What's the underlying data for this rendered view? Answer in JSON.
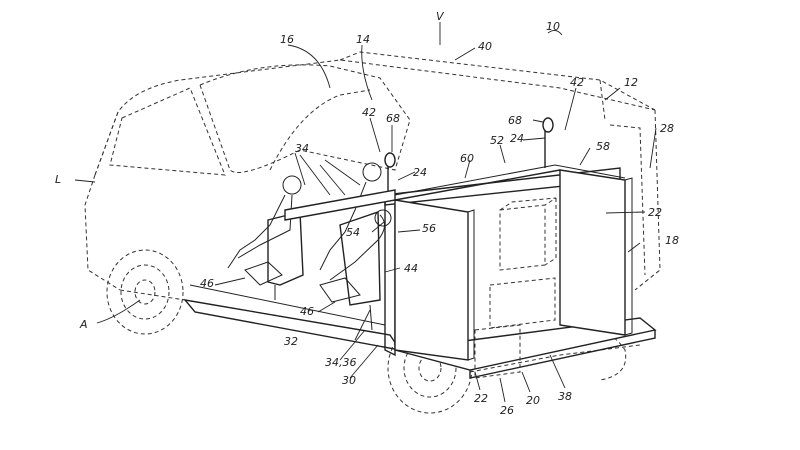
{
  "figure": {
    "labels": {
      "v": "V",
      "r10": "10",
      "r12": "12",
      "r14": "14",
      "r16": "16",
      "l": "L",
      "r18": "18",
      "r20": "20",
      "r22a": "22",
      "r22b": "22",
      "r24a": "24",
      "r24b": "24",
      "r26": "26",
      "r28": "28",
      "r30": "30",
      "r32": "32",
      "r34": "34",
      "r3436": "34,36",
      "r38": "38",
      "r40": "40",
      "r42a": "42",
      "r42b": "42",
      "r44": "44",
      "r46a": "46",
      "r46b": "46",
      "r52": "52",
      "r54": "54",
      "r56": "56",
      "r58": "58",
      "r60": "60",
      "r68a": "68",
      "r68b": "68",
      "a": "A"
    }
  }
}
